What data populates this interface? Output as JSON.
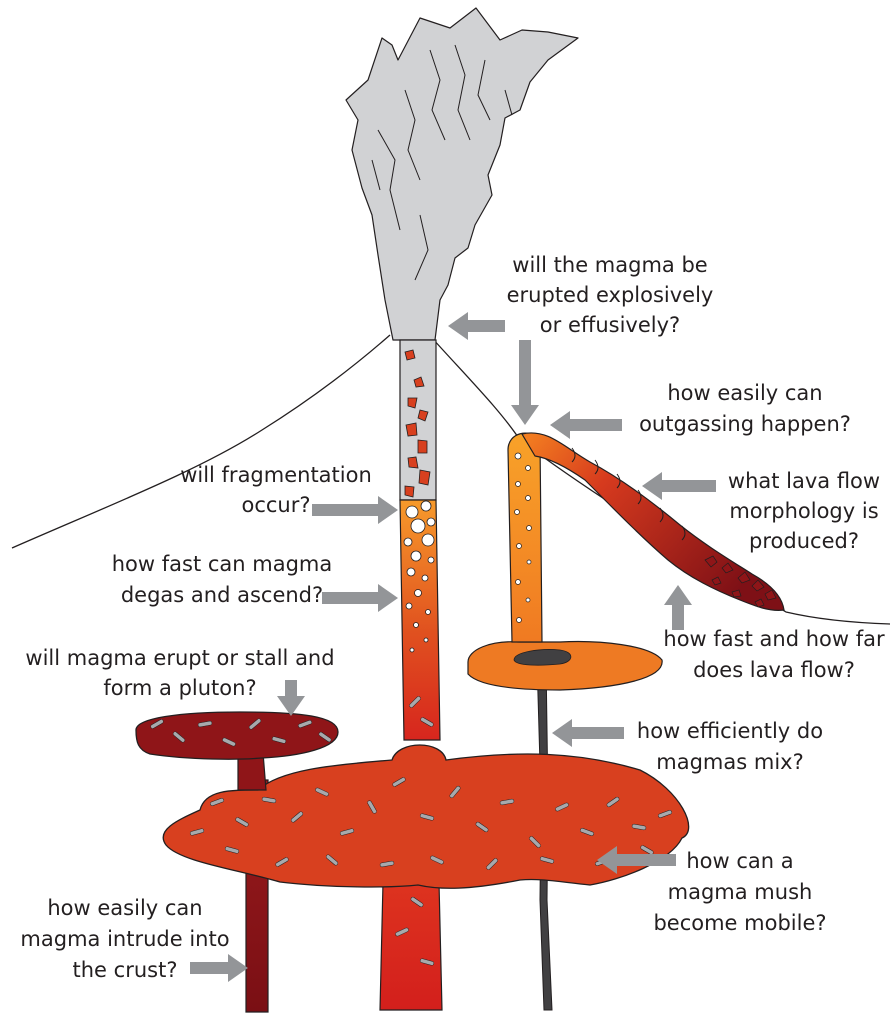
{
  "labels": {
    "explosive": [
      "will the magma be",
      "erupted explosively",
      "or effusively?"
    ],
    "outgassing": [
      "how easily can",
      "outgassing happen?"
    ],
    "lava_morph": [
      "what lava flow",
      "morphology is",
      "produced?"
    ],
    "fragmentation": [
      "will fragmentation",
      "occur?"
    ],
    "degas": [
      "how fast can magma",
      "degas and ascend?"
    ],
    "pluton": [
      "will magma erupt or stall and",
      "form a pluton?"
    ],
    "lava_flow": [
      "how fast and how far",
      "does lava flow?"
    ],
    "mixing": [
      "how efficiently do",
      "magmas mix?"
    ],
    "mush": [
      "how can a",
      "magma mush",
      "become mobile?"
    ],
    "intrude": [
      "how easily can",
      "magma intrude into",
      "the crust?"
    ]
  },
  "colors": {
    "plume": "#d1d2d4",
    "arrow": "#939598",
    "magma_chamber": "#d8401f",
    "upper_chamber": "#ee7a23",
    "dark_magma": "#8f1518",
    "dark_conduit": "#414042",
    "crystals": "#a7a9ac",
    "outline": "#231f20"
  }
}
